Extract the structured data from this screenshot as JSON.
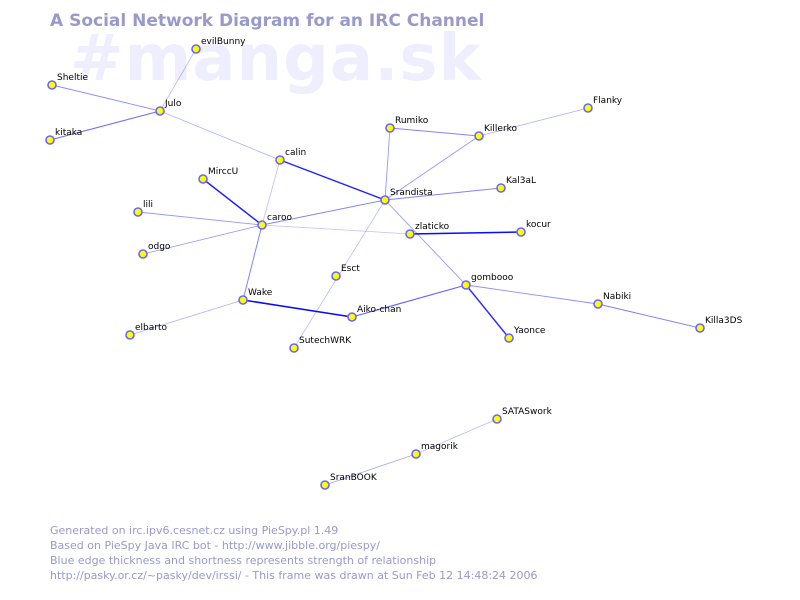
{
  "title": "A Social Network Diagram for an IRC Channel",
  "channel": "#manga.sk",
  "colors": {
    "title": "#9999cc",
    "watermark": "#eeeeff",
    "node_fill": "#ffff00",
    "node_stroke": "#6666ff",
    "edge": "#0000ff",
    "label": "#000000",
    "footer": "#9999cc"
  },
  "nodes": [
    {
      "id": "evilBunny",
      "label": "evilBunny"
    },
    {
      "id": "Sheltie",
      "label": "Sheltie"
    },
    {
      "id": "Julo",
      "label": "Julo"
    },
    {
      "id": "kitaka",
      "label": "kitaka"
    },
    {
      "id": "Rumiko",
      "label": "Rumiko"
    },
    {
      "id": "Killerko",
      "label": "Killerko"
    },
    {
      "id": "Flanky",
      "label": "Flanky"
    },
    {
      "id": "calin",
      "label": "calin"
    },
    {
      "id": "MirccU",
      "label": "MirccU"
    },
    {
      "id": "Srandista",
      "label": "Srandista"
    },
    {
      "id": "Kal3aL",
      "label": "Kal3aL"
    },
    {
      "id": "lili",
      "label": "lili"
    },
    {
      "id": "caroo",
      "label": "caroo"
    },
    {
      "id": "zlaticko",
      "label": "zlaticko"
    },
    {
      "id": "kocur",
      "label": "kocur"
    },
    {
      "id": "odgo",
      "label": "odgo"
    },
    {
      "id": "Esct",
      "label": "Esct"
    },
    {
      "id": "gombooo",
      "label": "gombooo"
    },
    {
      "id": "Wake",
      "label": "Wake"
    },
    {
      "id": "Nabiki",
      "label": "Nabiki"
    },
    {
      "id": "Aiko-chan",
      "label": "Aiko-chan"
    },
    {
      "id": "Killa3DS",
      "label": "Killa3DS"
    },
    {
      "id": "elbarto",
      "label": "elbarto"
    },
    {
      "id": "Yaonce",
      "label": "Yaonce"
    },
    {
      "id": "SutechWRK",
      "label": "SutechWRK"
    },
    {
      "id": "SATASwork",
      "label": "SATASwork"
    },
    {
      "id": "magorik",
      "label": "magorik"
    },
    {
      "id": "SranBOOK",
      "label": "SranBOOK"
    }
  ],
  "edges": [
    {
      "source": "Julo",
      "target": "evilBunny",
      "strength": 0.15
    },
    {
      "source": "Julo",
      "target": "Sheltie",
      "strength": 0.35
    },
    {
      "source": "Julo",
      "target": "kitaka",
      "strength": 0.5
    },
    {
      "source": "Julo",
      "target": "calin",
      "strength": 0.2
    },
    {
      "source": "calin",
      "target": "Srandista",
      "strength": 0.85
    },
    {
      "source": "calin",
      "target": "caroo",
      "strength": 0.15
    },
    {
      "source": "MirccU",
      "target": "caroo",
      "strength": 0.85
    },
    {
      "source": "lili",
      "target": "caroo",
      "strength": 0.3
    },
    {
      "source": "odgo",
      "target": "caroo",
      "strength": 0.3
    },
    {
      "source": "caroo",
      "target": "Srandista",
      "strength": 0.4
    },
    {
      "source": "caroo",
      "target": "zlaticko",
      "strength": 0.12
    },
    {
      "source": "caroo",
      "target": "Wake",
      "strength": 0.4
    },
    {
      "source": "Wake",
      "target": "elbarto",
      "strength": 0.2
    },
    {
      "source": "Wake",
      "target": "Aiko-chan",
      "strength": 0.95
    },
    {
      "source": "Aiko-chan",
      "target": "gombooo",
      "strength": 0.55
    },
    {
      "source": "Srandista",
      "target": "Rumiko",
      "strength": 0.3
    },
    {
      "source": "Srandista",
      "target": "Killerko",
      "strength": 0.3
    },
    {
      "source": "Srandista",
      "target": "Kal3aL",
      "strength": 0.4
    },
    {
      "source": "Srandista",
      "target": "gombooo",
      "strength": 0.3
    },
    {
      "source": "Srandista",
      "target": "SutechWRK",
      "strength": 0.15
    },
    {
      "source": "Rumiko",
      "target": "Killerko",
      "strength": 0.4
    },
    {
      "source": "Killerko",
      "target": "Flanky",
      "strength": 0.2
    },
    {
      "source": "zlaticko",
      "target": "kocur",
      "strength": 0.95
    },
    {
      "source": "gombooo",
      "target": "Yaonce",
      "strength": 0.8
    },
    {
      "source": "gombooo",
      "target": "Nabiki",
      "strength": 0.35
    },
    {
      "source": "Nabiki",
      "target": "Killa3DS",
      "strength": 0.4
    },
    {
      "source": "SATASwork",
      "target": "magorik",
      "strength": 0.15
    },
    {
      "source": "magorik",
      "target": "SranBOOK",
      "strength": 0.25
    }
  ],
  "footer": {
    "line1": "Generated on irc.ipv6.cesnet.cz using PieSpy.pl 1.49",
    "line2": "Based on PieSpy Java IRC bot - http://www.jibble.org/piespy/",
    "line3": "Blue edge thickness and shortness represents strength of relationship",
    "line4": "http://pasky.or.cz/~pasky/dev/irssi/ - This frame was drawn at Sun Feb 12 14:48:24 2006"
  }
}
